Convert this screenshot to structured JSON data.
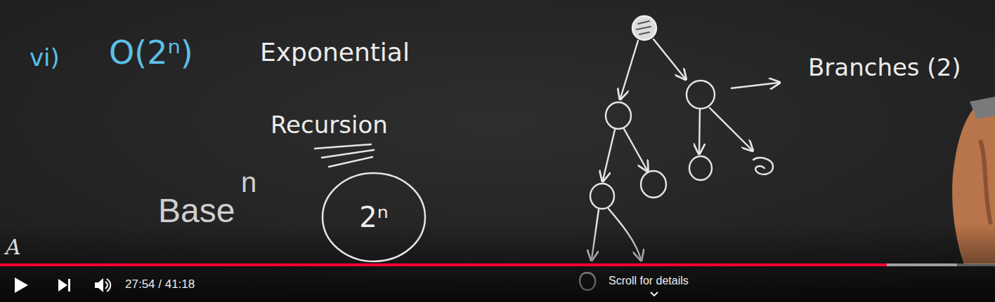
{
  "diagram": {
    "nodes": [
      {
        "text": [
          "2ⁿ"
        ]
      }
    ],
    "labels": [
      "vi)",
      "O(2ⁿ)",
      "Exponential",
      "Recursion",
      "Base",
      "n",
      "Branches (2)",
      "A",
      "27:54 / 41:18",
      "Scroll for details"
    ]
  }
}
